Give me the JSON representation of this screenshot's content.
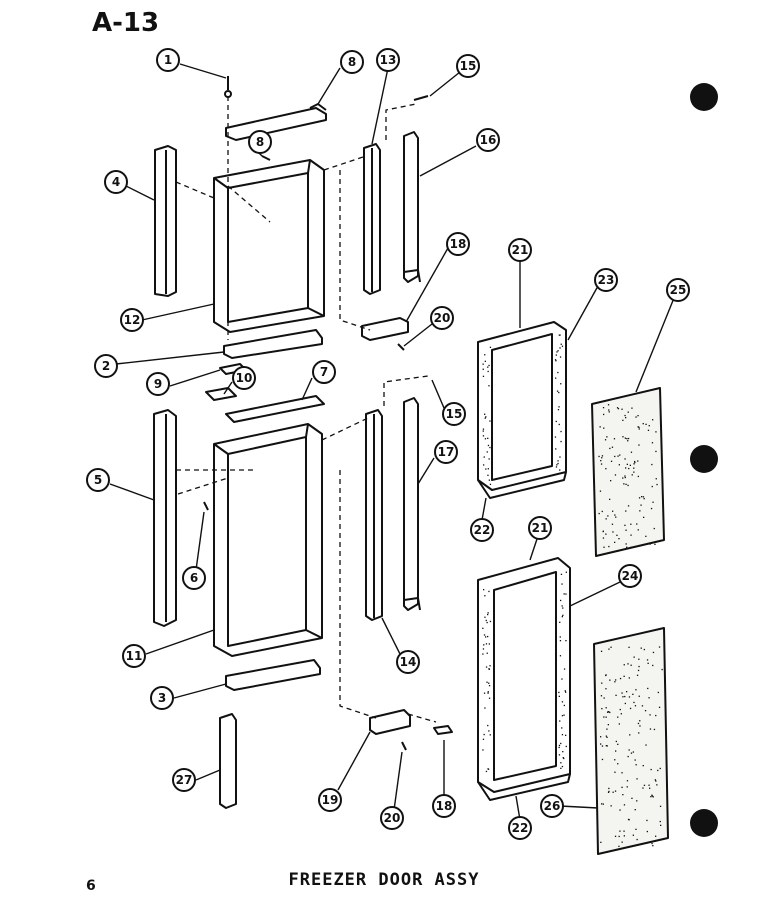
{
  "page": {
    "title": "A-13",
    "caption": "FREEZER  DOOR ASSY",
    "page_number": "6"
  },
  "callouts": [
    {
      "id": "c1",
      "label": "1"
    },
    {
      "id": "c8a",
      "label": "8"
    },
    {
      "id": "c13",
      "label": "13"
    },
    {
      "id": "c15a",
      "label": "15"
    },
    {
      "id": "c4",
      "label": "4"
    },
    {
      "id": "c8b",
      "label": "8"
    },
    {
      "id": "c16",
      "label": "16"
    },
    {
      "id": "c12",
      "label": "12"
    },
    {
      "id": "c18a",
      "label": "18"
    },
    {
      "id": "c20a",
      "label": "20"
    },
    {
      "id": "c2",
      "label": "2"
    },
    {
      "id": "c9",
      "label": "9"
    },
    {
      "id": "c10",
      "label": "10"
    },
    {
      "id": "c7",
      "label": "7"
    },
    {
      "id": "c15b",
      "label": "15"
    },
    {
      "id": "c5",
      "label": "5"
    },
    {
      "id": "c17",
      "label": "17"
    },
    {
      "id": "c6",
      "label": "6"
    },
    {
      "id": "c11",
      "label": "11"
    },
    {
      "id": "c14",
      "label": "14"
    },
    {
      "id": "c3",
      "label": "3"
    },
    {
      "id": "c27",
      "label": "27"
    },
    {
      "id": "c19",
      "label": "19"
    },
    {
      "id": "c20b",
      "label": "20"
    },
    {
      "id": "c18b",
      "label": "18"
    },
    {
      "id": "c21a",
      "label": "21"
    },
    {
      "id": "c23",
      "label": "23"
    },
    {
      "id": "c25",
      "label": "25"
    },
    {
      "id": "c22a",
      "label": "22"
    },
    {
      "id": "c21b",
      "label": "21"
    },
    {
      "id": "c24",
      "label": "24"
    },
    {
      "id": "c22b",
      "label": "22"
    },
    {
      "id": "c26",
      "label": "26"
    }
  ],
  "colors": {
    "ink": "#111111",
    "paper": "#ffffff",
    "panel_fill": "#f4f4f0"
  }
}
